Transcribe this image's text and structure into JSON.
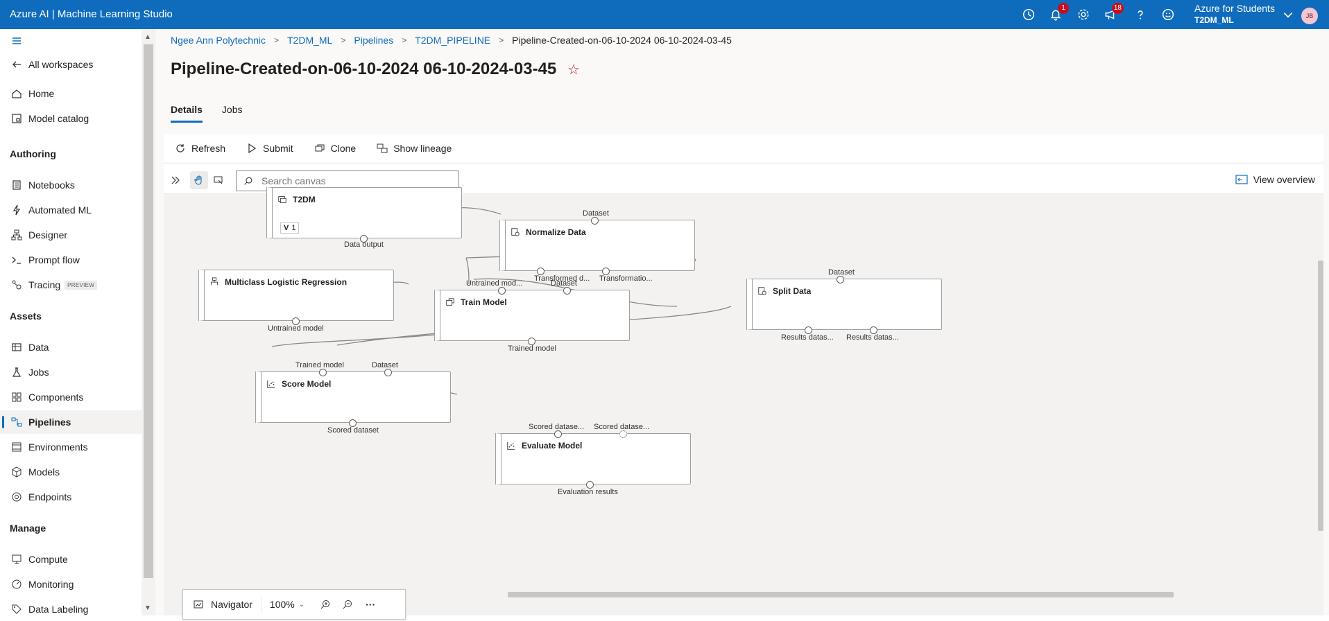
{
  "topbar": {
    "app_title": "Azure AI | Machine Learning Studio",
    "notifications_count": "1",
    "announcements_count": "18",
    "account_name": "Azure for Students",
    "workspace_name": "T2DM_ML",
    "avatar_initials": "JB",
    "brand_color": "#0f6cbd"
  },
  "sidebar": {
    "all_workspaces": "All workspaces",
    "home": "Home",
    "model_catalog": "Model catalog",
    "section_authoring": "Authoring",
    "notebooks": "Notebooks",
    "automated_ml": "Automated ML",
    "designer": "Designer",
    "prompt_flow": "Prompt flow",
    "tracing": "Tracing",
    "preview_tag": "PREVIEW",
    "section_assets": "Assets",
    "data": "Data",
    "jobs": "Jobs",
    "components": "Components",
    "pipelines": "Pipelines",
    "environments": "Environments",
    "models": "Models",
    "endpoints": "Endpoints",
    "section_manage": "Manage",
    "compute": "Compute",
    "monitoring": "Monitoring",
    "data_labeling": "Data Labeling"
  },
  "breadcrumb": {
    "org": "Ngee Ann Polytechnic",
    "workspace": "T2DM_ML",
    "pipelines": "Pipelines",
    "pipeline": "T2DM_PIPELINE",
    "current": "Pipeline-Created-on-06-10-2024 06-10-2024-03-45"
  },
  "page": {
    "title": "Pipeline-Created-on-06-10-2024 06-10-2024-03-45",
    "tab_details": "Details",
    "tab_jobs": "Jobs"
  },
  "toolbar": {
    "refresh": "Refresh",
    "submit": "Submit",
    "clone": "Clone",
    "show_lineage": "Show lineage"
  },
  "canvas": {
    "search_placeholder": "Search canvas",
    "view_overview": "View overview",
    "navigator": "Navigator",
    "zoom": "100%"
  },
  "nodes": {
    "t2dm": {
      "title": "T2DM",
      "version_label": "V",
      "version": "1",
      "out": "Data output"
    },
    "normalize": {
      "title": "Normalize Data",
      "in": "Dataset",
      "out1": "Transformed d...",
      "out2": "Transformatio..."
    },
    "split": {
      "title": "Split Data",
      "in": "Dataset",
      "out1": "Results datas...",
      "out2": "Results datas..."
    },
    "mlr": {
      "title": "Multiclass Logistic Regression",
      "out": "Untrained model"
    },
    "train": {
      "title": "Train Model",
      "in1": "Untrained mod...",
      "in2": "Dataset",
      "out": "Trained model"
    },
    "score": {
      "title": "Score Model",
      "in1": "Trained model",
      "in2": "Dataset",
      "out": "Scored dataset"
    },
    "evaluate": {
      "title": "Evaluate Model",
      "in1": "Scored datase...",
      "in2": "Scored datase...",
      "out": "Evaluation results"
    }
  }
}
